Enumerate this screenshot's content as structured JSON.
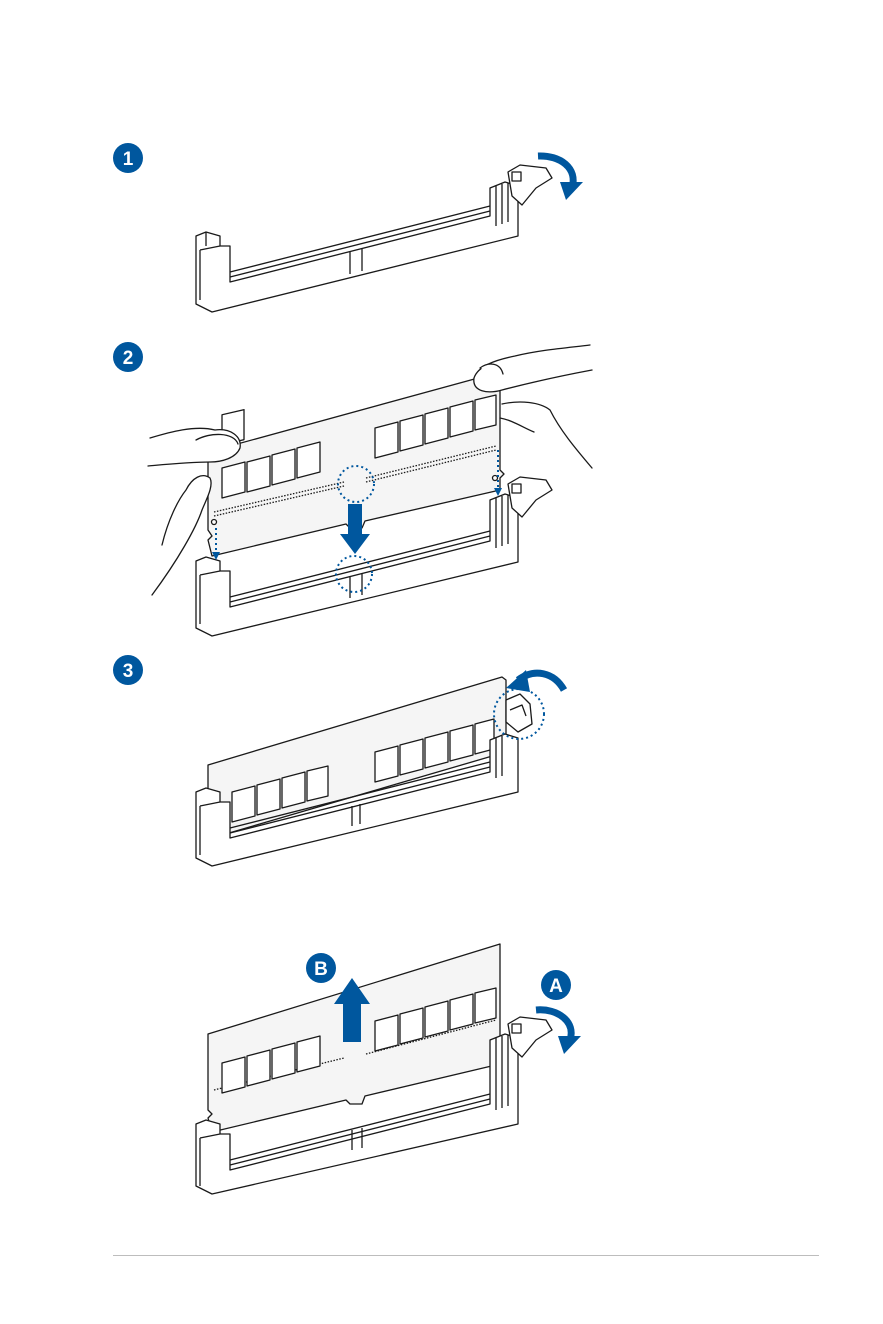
{
  "steps": {
    "one": {
      "badge": "1"
    },
    "two": {
      "badge": "2"
    },
    "three": {
      "badge": "3"
    }
  },
  "removal": {
    "badge_a": "A",
    "badge_b": "B"
  },
  "colors": {
    "accent": "#00579e",
    "line": "#1a1a1a",
    "module_fill": "#f5f5f5",
    "chip_fill": "#ffffff",
    "hand_fill": "#ffffff",
    "rule": "#bdbdbd"
  }
}
